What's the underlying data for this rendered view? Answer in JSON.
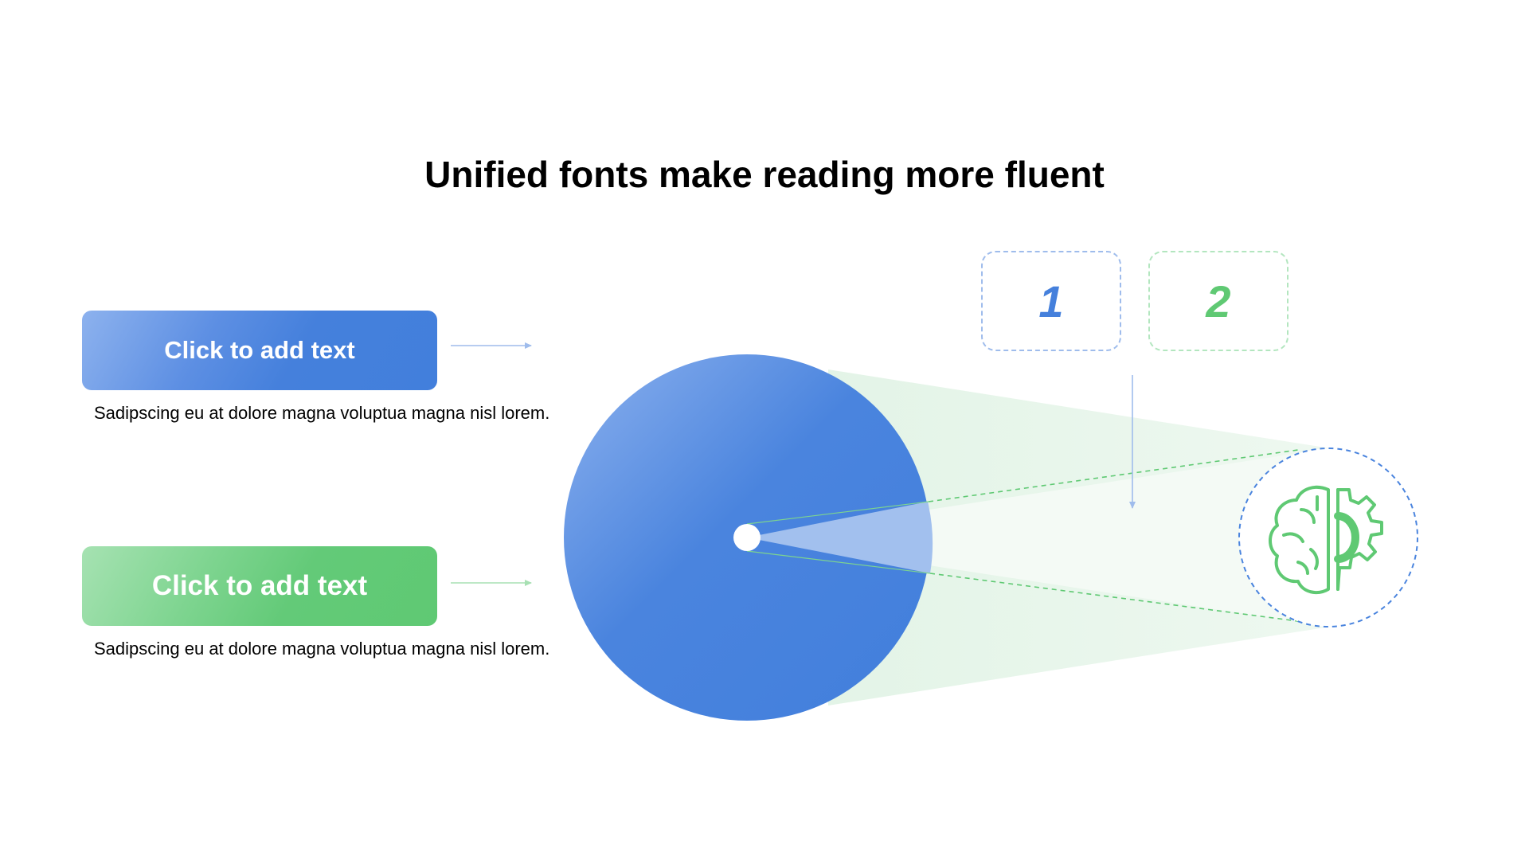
{
  "title": "Unified fonts make reading more fluent",
  "items": [
    {
      "label": "Click to add text",
      "description": "Sadipscing eu at dolore magna voluptua magna nisl lorem.",
      "color": "#4580dc"
    },
    {
      "label": "Click to add text",
      "description": "Sadipscing eu at dolore magna voluptua magna nisl lorem.",
      "color": "#5fc973"
    }
  ],
  "badges": [
    "1",
    "2"
  ],
  "icon": "brain-gear-icon",
  "colors": {
    "blue": "#4580dc",
    "light_blue": "#a2c0ee",
    "green": "#5fc973",
    "light_green": "#e8f6ec"
  }
}
